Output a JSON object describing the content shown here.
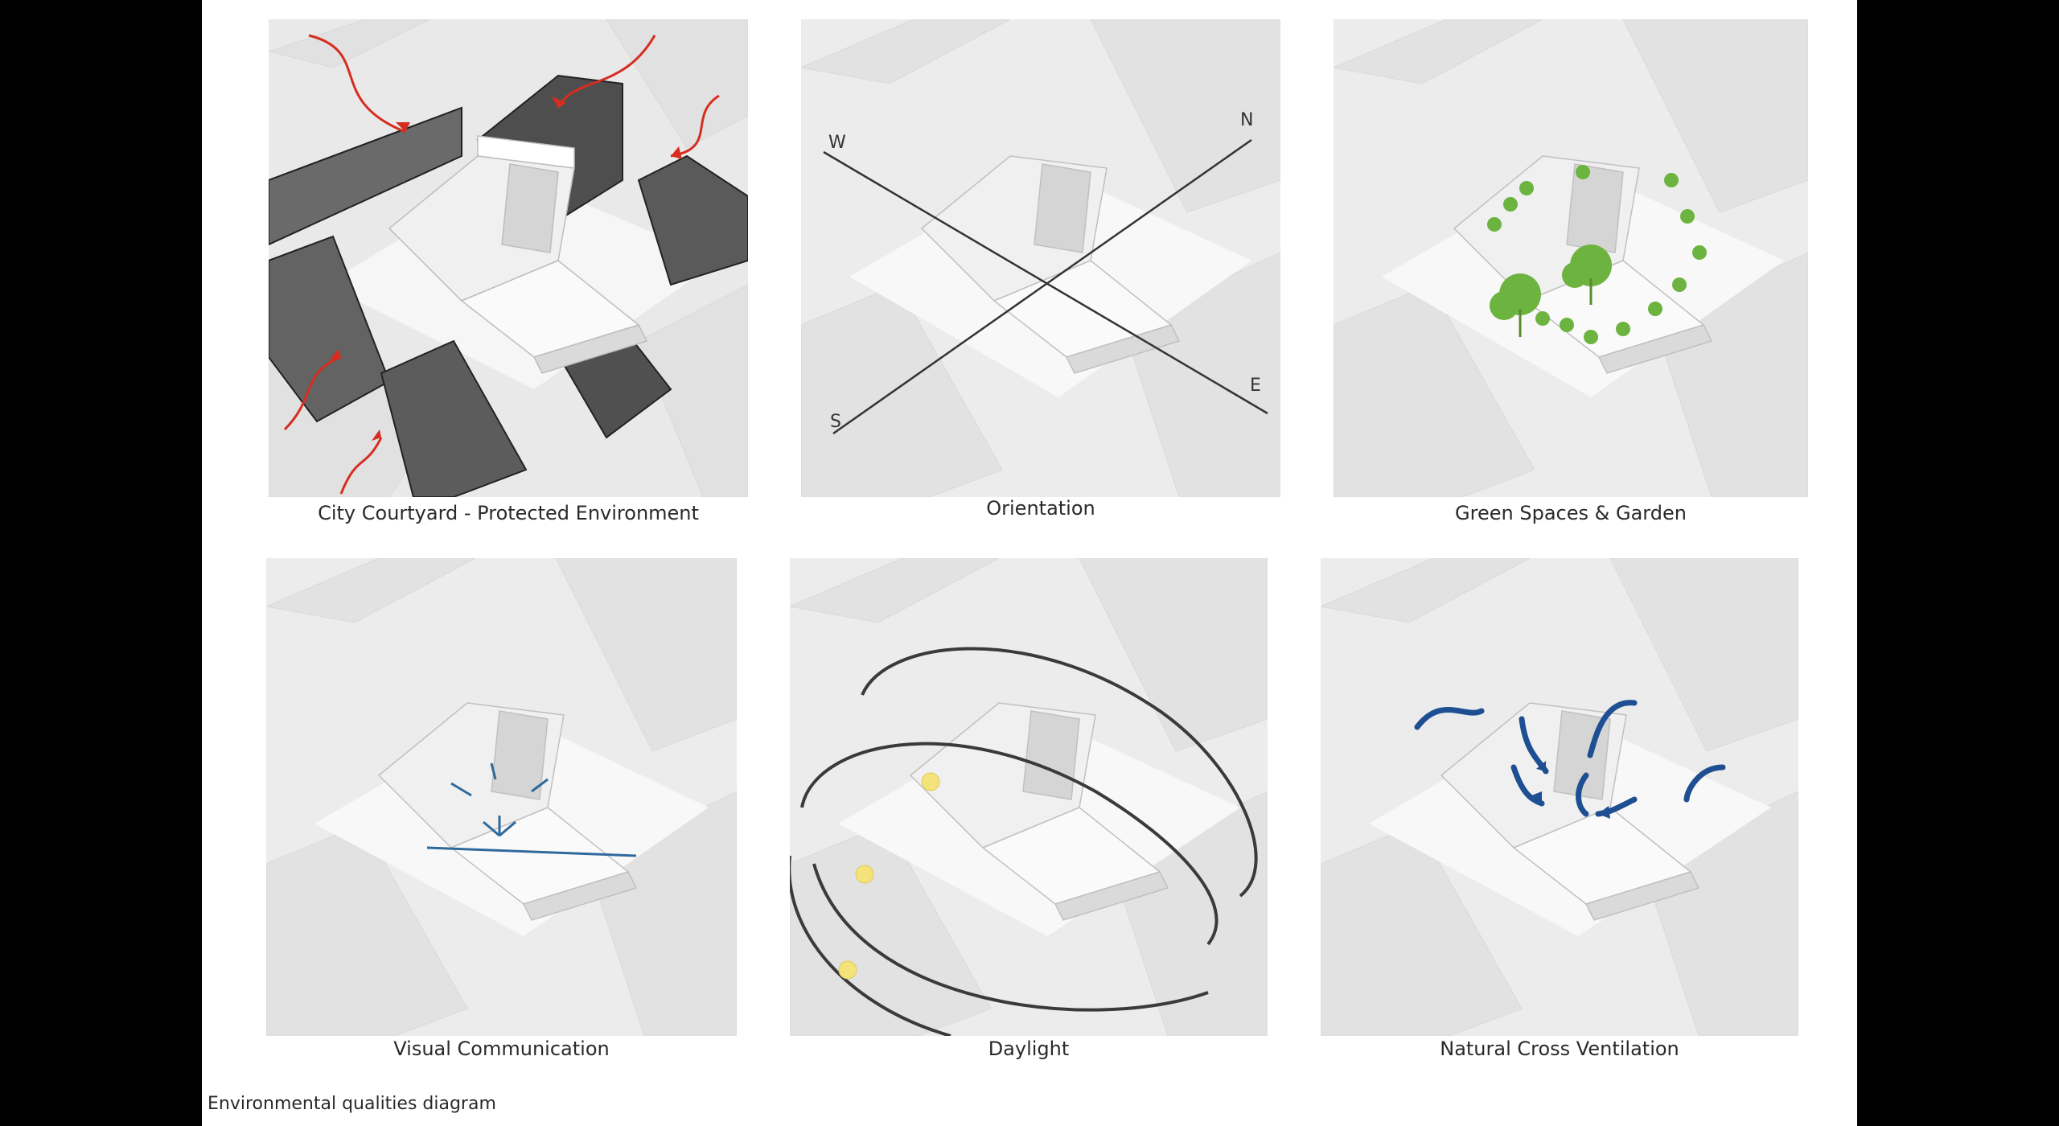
{
  "diagram": {
    "footer_caption": "Environmental qualities diagram",
    "panels": [
      {
        "id": "courtyard",
        "caption": "City Courtyard - Protected Environment"
      },
      {
        "id": "orientation",
        "caption": "Orientation",
        "compass": {
          "n": "N",
          "e": "E",
          "s": "S",
          "w": "W"
        }
      },
      {
        "id": "green",
        "caption": "Green Spaces & Garden"
      },
      {
        "id": "visual",
        "caption": "Visual Communication"
      },
      {
        "id": "daylight",
        "caption": "Daylight"
      },
      {
        "id": "ventilation",
        "caption": "Natural Cross Ventilation"
      }
    ]
  },
  "colors": {
    "wind_arrow": "#d62d20",
    "view_arrow": "#2f6a9c",
    "air_arrow": "#1d4f92",
    "tree": "#6db33f",
    "sun": "#f4e27a",
    "sun_path": "#3a3a3a",
    "context_block": "#444444"
  },
  "icons": {
    "wind": "curved-arrow-icon",
    "tree": "tree-icon",
    "sun": "sun-dot-icon"
  }
}
